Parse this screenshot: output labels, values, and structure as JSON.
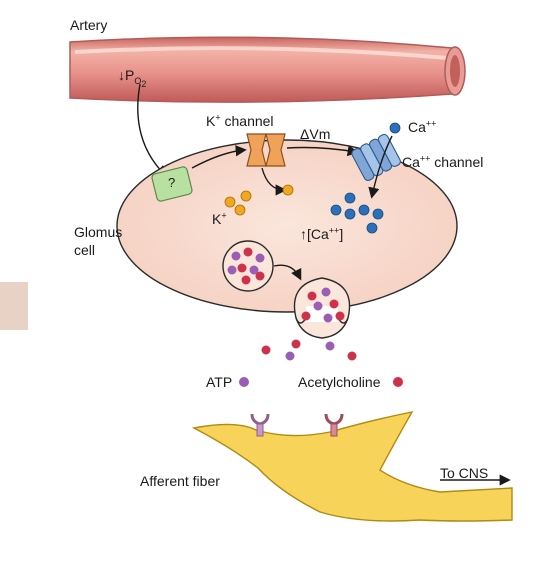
{
  "labels": {
    "artery": "Artery",
    "po2_arrow": "↓",
    "po2_p": "P",
    "po2_o": "O",
    "po2_sub": "2",
    "unknown_sensor": "?",
    "k_channel_k": "K",
    "k_channel_plus": "+",
    "k_channel_word": " channel",
    "delta_vm": "ΔVm",
    "ca_ion_label": "Ca",
    "ca_ion_sup": "++",
    "ca_channel_ca": "Ca",
    "ca_channel_sup": "++",
    "ca_channel_word": " channel",
    "k_ion_label": "K",
    "k_ion_sup": "+",
    "glomus_cell_line1": "Glomus",
    "glomus_cell_line2": "cell",
    "ca_conc_arrow": "↑",
    "ca_conc_open": "[Ca",
    "ca_conc_sup": "++",
    "ca_conc_close": "]",
    "atp": "ATP",
    "acetylcholine": "Acetylcholine",
    "afferent_fiber": "Afferent fiber",
    "to_cns": "To CNS"
  },
  "colors": {
    "artery_fill": "#e38a87",
    "artery_highlight": "#f8cfc7",
    "artery_edge": "#c96a6a",
    "cell_fill": "#f9dcd0",
    "cell_outline": "#2b2b2b",
    "k_channel": "#f0a25a",
    "ca_channel": "#7fa6d6",
    "sensor": "#b8e0a0",
    "k_ion": "#f0a81e",
    "ca_ion": "#2b70b8",
    "atp": "#9a5fb5",
    "acetylcholine": "#d0314a",
    "fiber": "#f7d35a",
    "receptor": "#c79ac7"
  }
}
